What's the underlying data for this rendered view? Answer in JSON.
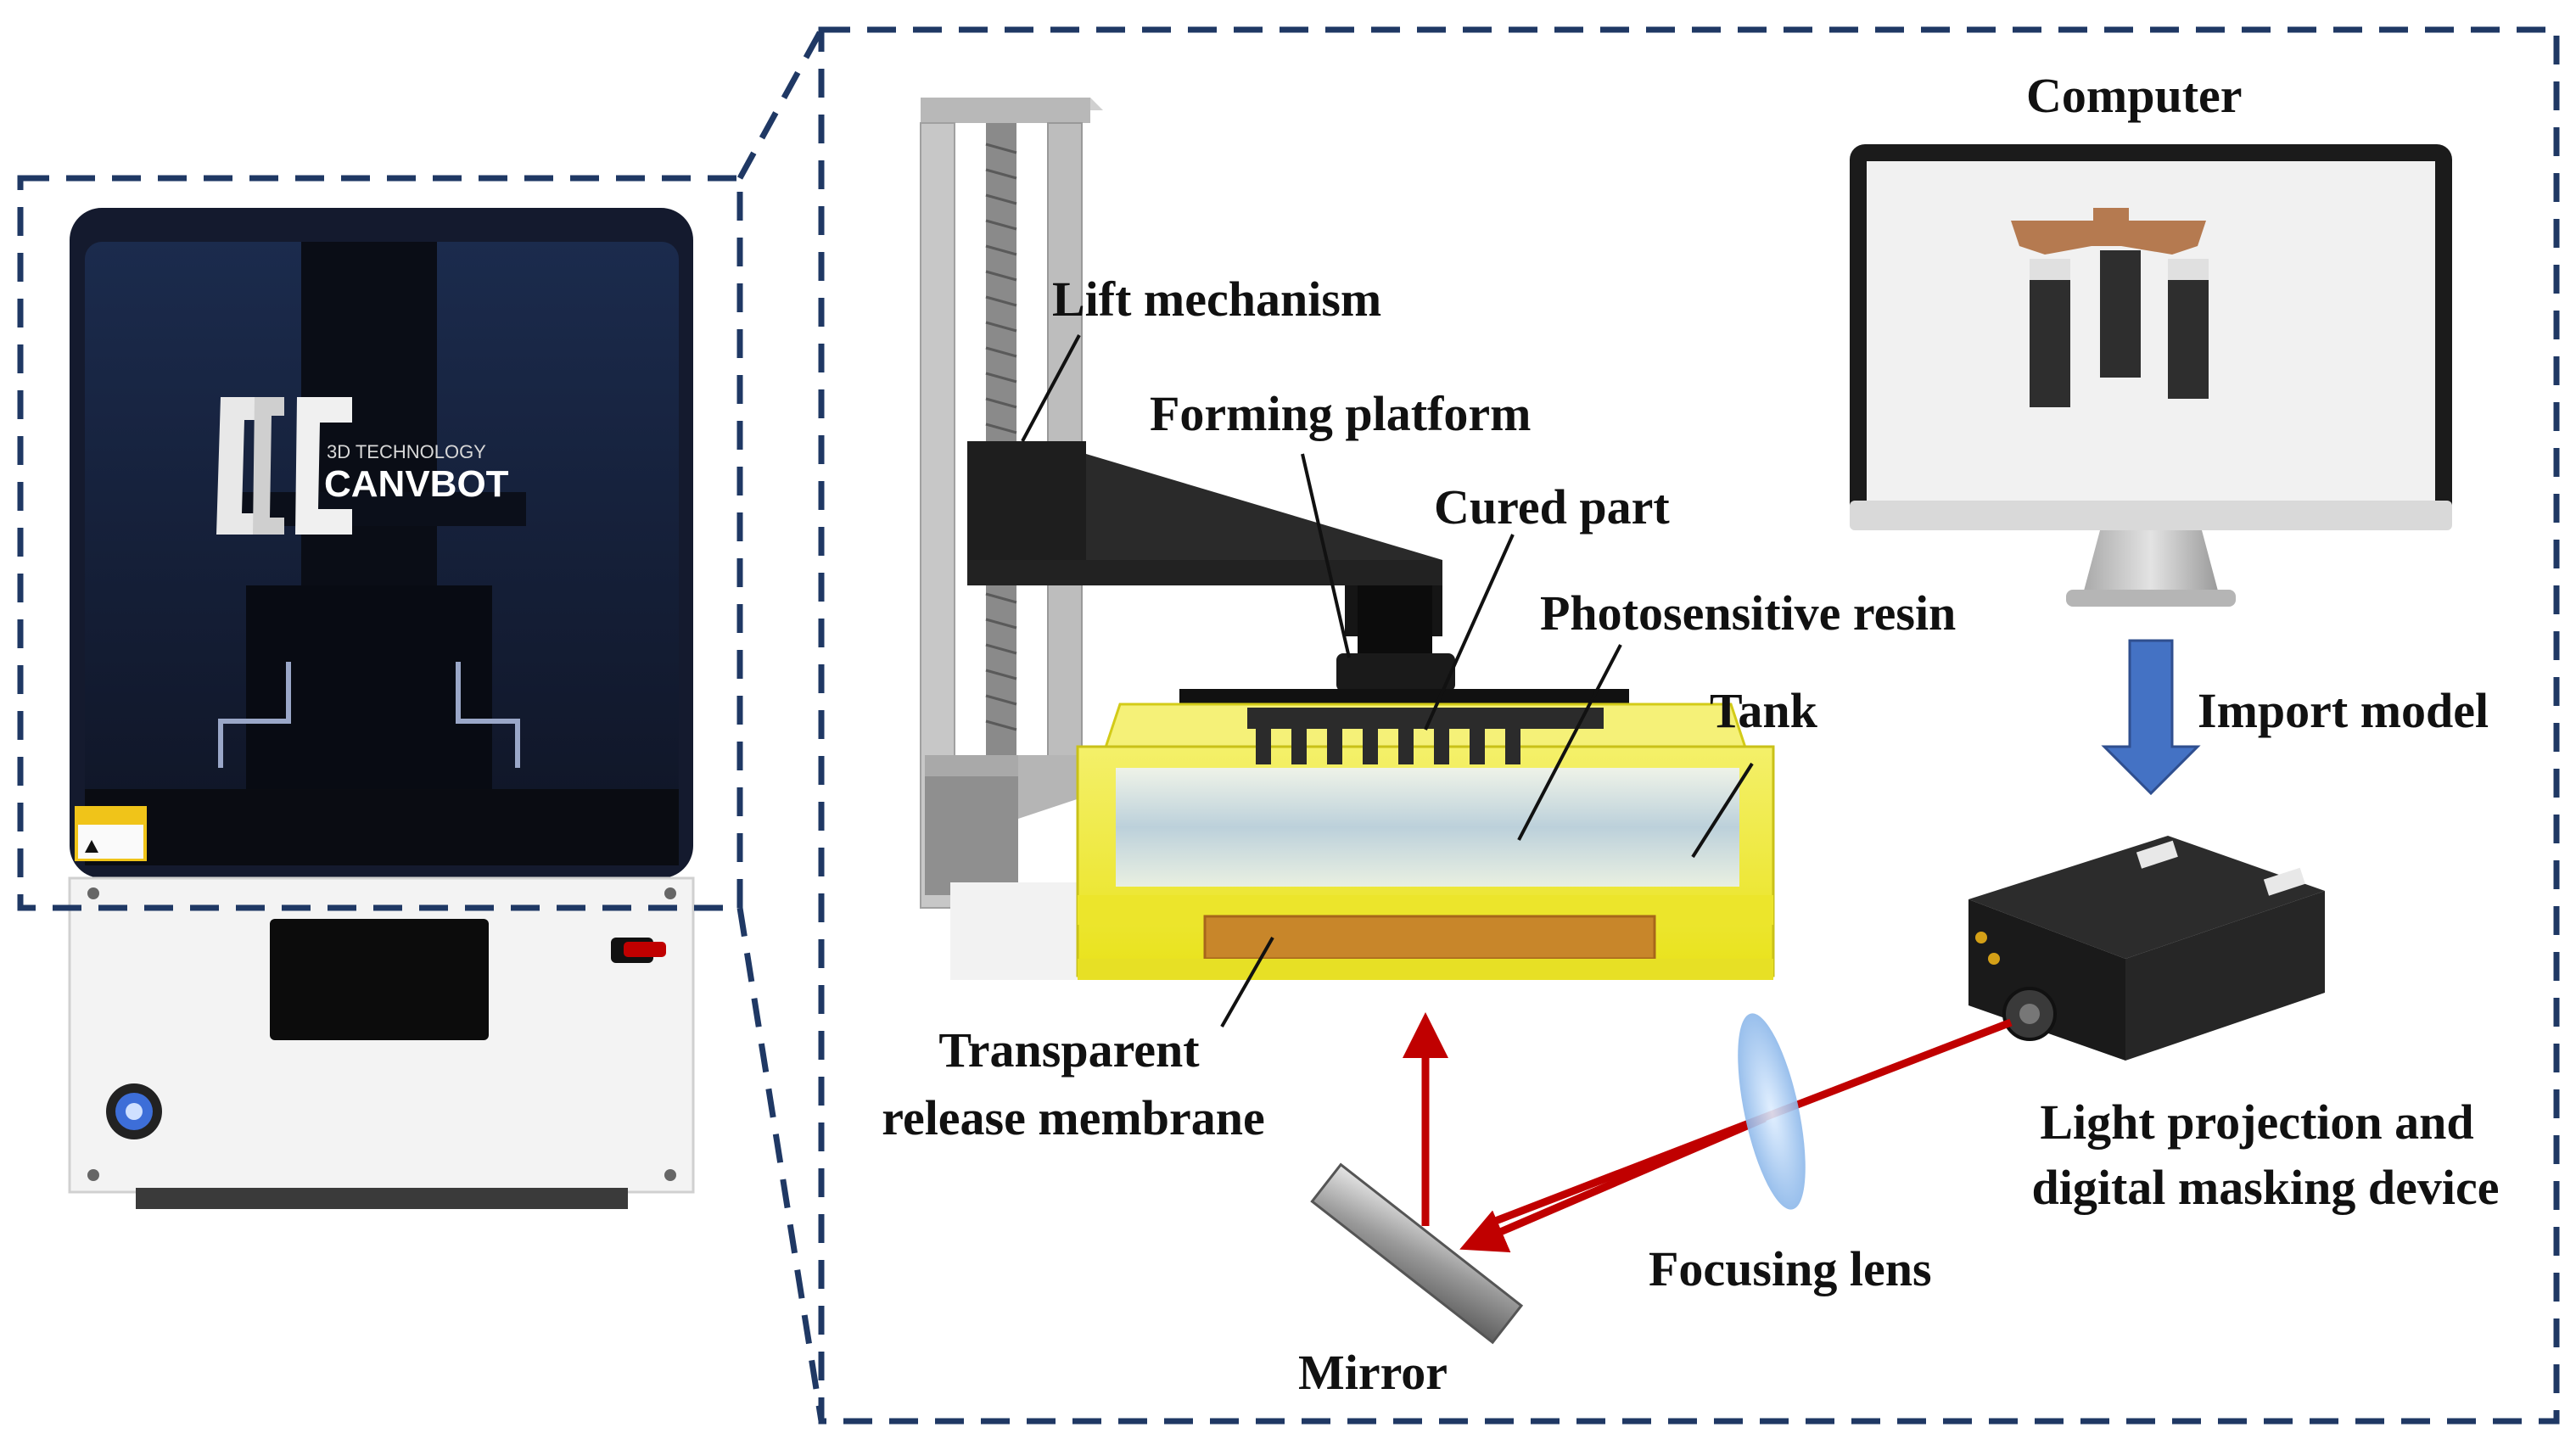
{
  "printer": {
    "brand_small": "3D TECHNOLOGY",
    "brand": "CANVBOT"
  },
  "labels": {
    "computer": "Computer",
    "lift_mechanism": "Lift mechanism",
    "forming_platform": "Forming platform",
    "cured_part": "Cured part",
    "photosensitive_resin": "Photosensitive resin",
    "tank": "Tank",
    "import_model": "Import model",
    "transparent_release_membrane_line1": "Transparent",
    "transparent_release_membrane_line2": "release membrane",
    "light_projection_line1": "Light projection and",
    "light_projection_line2": "digital masking device",
    "focusing_lens": "Focusing lens",
    "mirror": "Mirror"
  },
  "colors": {
    "dashed_border": "#1f3864",
    "light_beam": "#c00000",
    "arrow_blue": "#4472c4",
    "tank_yellow": "#f2ee2a",
    "membrane_orange": "#c8862a",
    "lens_blue": "#9cc3ef"
  }
}
